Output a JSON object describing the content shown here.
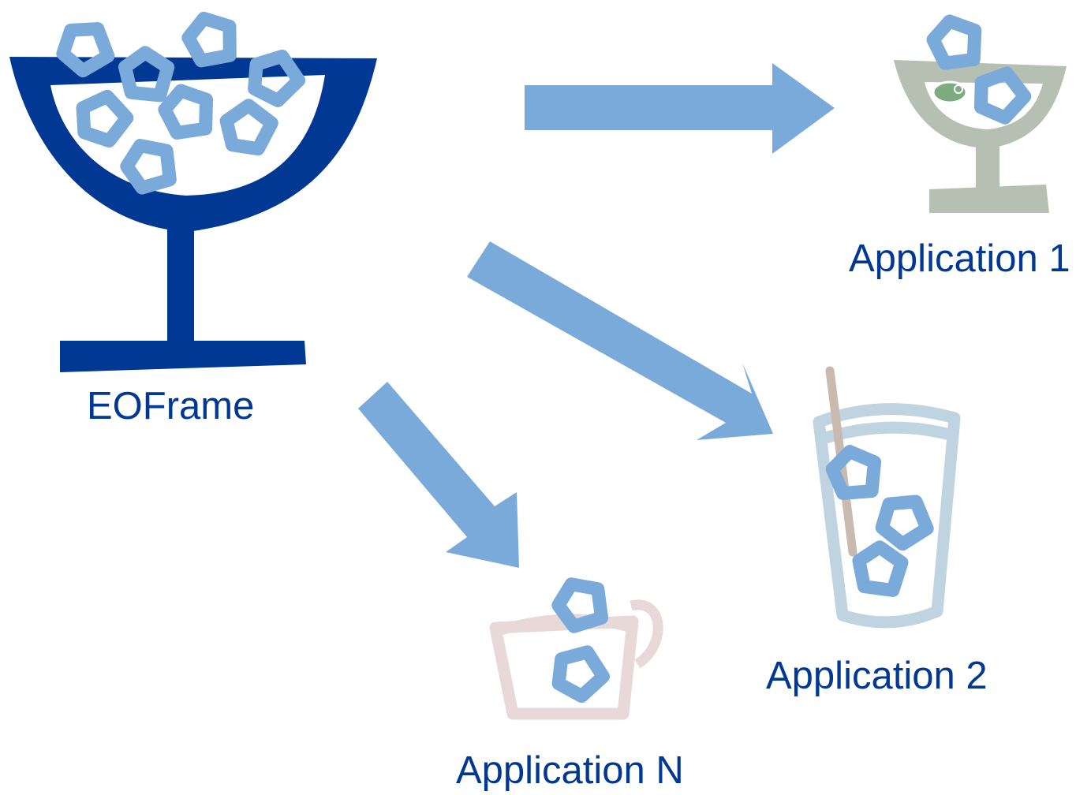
{
  "diagram": {
    "source": {
      "label": "EOFrame"
    },
    "targets": [
      {
        "label": "Application 1"
      },
      {
        "label": "Application 2"
      },
      {
        "label": "Application N"
      }
    ]
  },
  "colors": {
    "source_bowl": "#003893",
    "ice_cube": "#7aaad9",
    "arrow": "#7aaad9",
    "label_text": "#003893",
    "martini_glass": "#b6c0b2",
    "olive": "#7fab83",
    "tall_glass": "#c0d3e0",
    "straw": "#c9b9ae",
    "mug": "#e8d9d8"
  },
  "icons": {
    "source": "ice-bowl-icon",
    "application_1": "martini-glass-icon",
    "application_2": "tall-glass-icon",
    "application_n": "mug-icon"
  }
}
